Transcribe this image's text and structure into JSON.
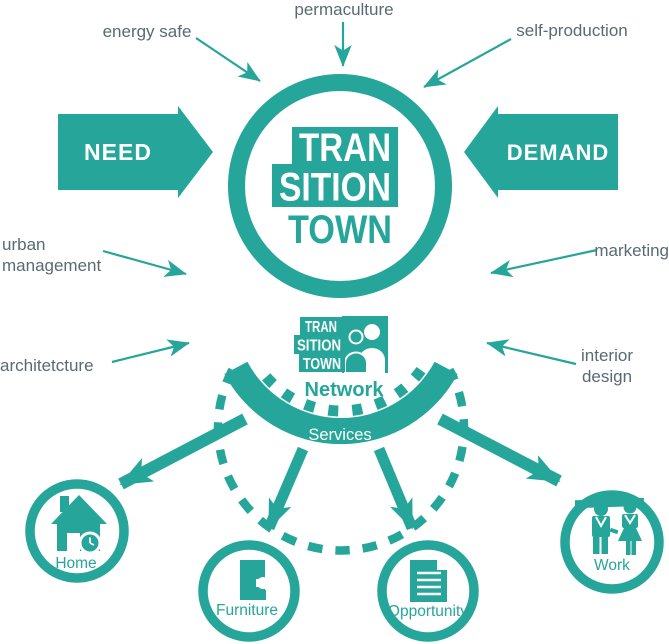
{
  "colors": {
    "teal": "#26a69a",
    "label_gray": "#5a6a72",
    "white": "#ffffff"
  },
  "center_logo": {
    "line1": "TRAN",
    "line2": "SITION",
    "line3": "TOWN"
  },
  "network_logo": {
    "line1": "TRAN",
    "line2": "SITION",
    "line3": "TOWN",
    "caption": "Network"
  },
  "flows": {
    "need": "NEED",
    "demand": "DEMAND"
  },
  "inputs": [
    {
      "label": "energy safe"
    },
    {
      "label": "permaculture"
    },
    {
      "label": "self-production"
    },
    {
      "label": "urban",
      "label2": "management"
    },
    {
      "label": "architetcture"
    },
    {
      "label": "marketing"
    },
    {
      "label": "interior",
      "label2": "design"
    }
  ],
  "services": {
    "label": "Services"
  },
  "outputs": [
    {
      "label": "Home",
      "icon": "house-clock-icon"
    },
    {
      "label": "Furniture",
      "icon": "wardrobe-icon"
    },
    {
      "label": "Opportunity",
      "icon": "document-icon"
    },
    {
      "label": "Work",
      "icon": "workers-icon"
    }
  ]
}
